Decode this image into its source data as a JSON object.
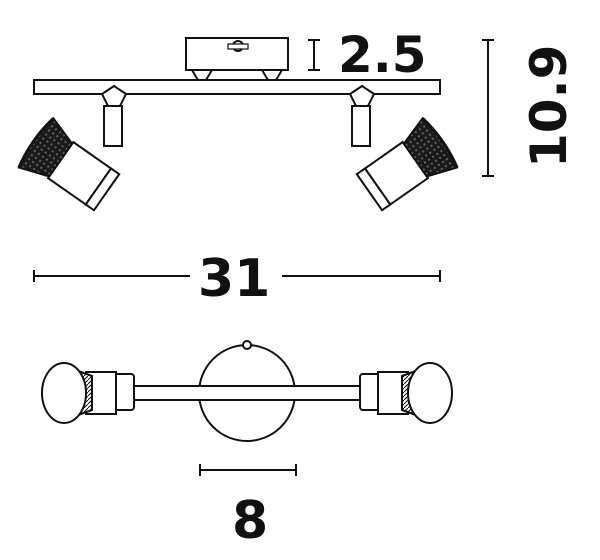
{
  "dimensions": {
    "base_height": "2.5",
    "total_height": "10.9",
    "total_width": "31",
    "base_diameter": "8"
  },
  "colors": {
    "line": "#111111",
    "background": "#ffffff",
    "bulb_dark": "#1a1a1a"
  },
  "views": {
    "side": "spotlight-side-elevation",
    "top": "spotlight-top-view"
  }
}
